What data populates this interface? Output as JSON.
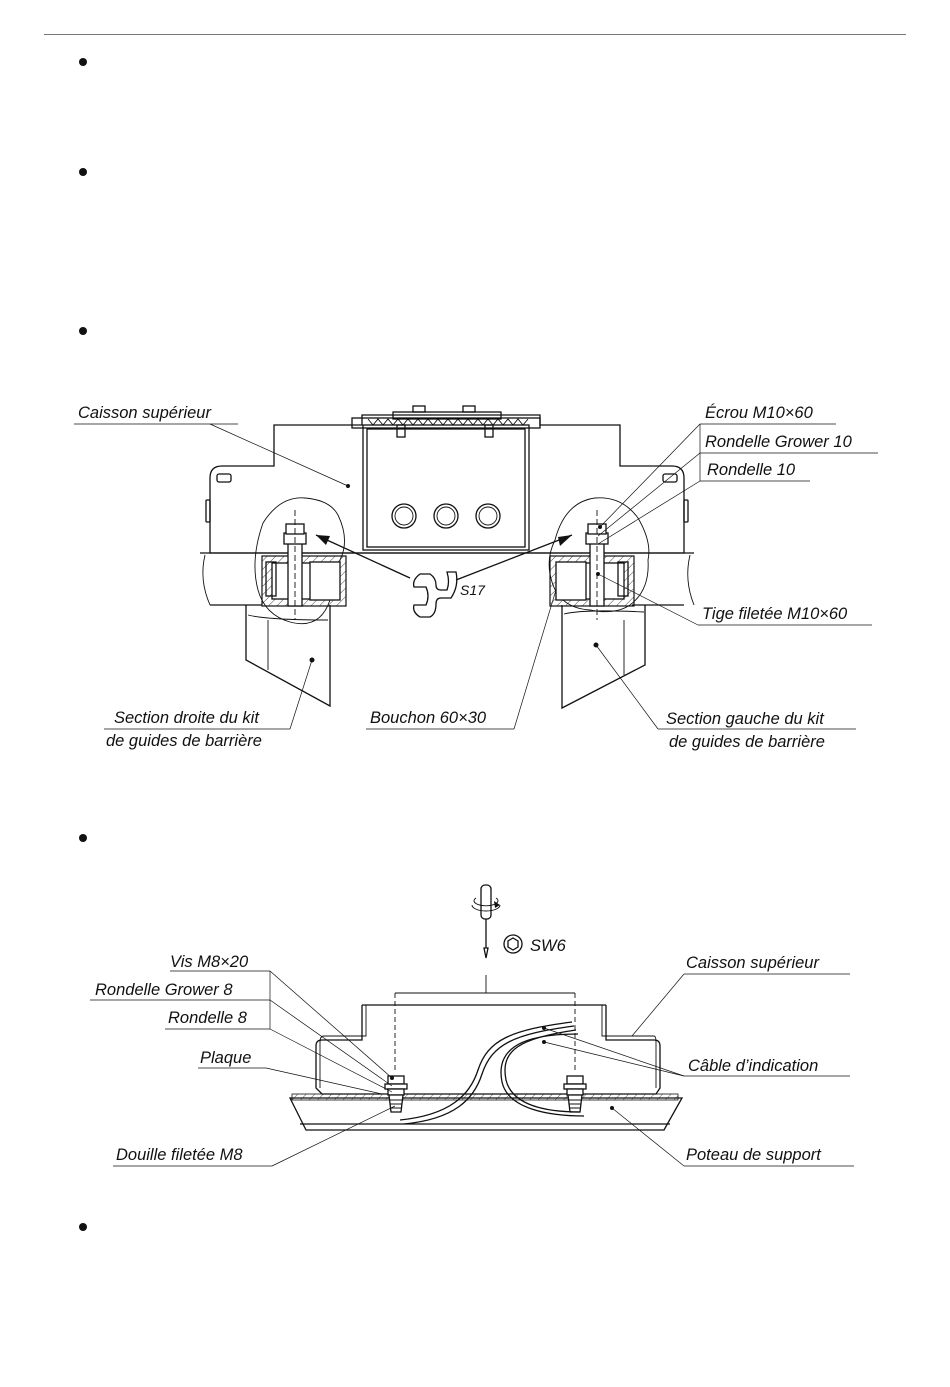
{
  "bullets": [
    {
      "id": 1,
      "text": ""
    },
    {
      "id": 2,
      "text": ""
    },
    {
      "id": 3,
      "text": ""
    },
    {
      "id": 4,
      "text": ""
    },
    {
      "id": 5,
      "text": ""
    }
  ],
  "figure1": {
    "labels": {
      "caisson": "Caisson supérieur",
      "ecrou": "Écrou M10×60",
      "grower": "Rondelle Grower 10",
      "rondelle": "Rondelle 10",
      "tige": "Tige filetée M10×60",
      "tool": "S17",
      "bouchon": "Bouchon 60×30",
      "section_droite_1": "Section droite du kit",
      "section_droite_2": "de guides de barrière",
      "section_gauche_1": "Section gauche du kit",
      "section_gauche_2": "de guides de barrière"
    }
  },
  "figure2": {
    "labels": {
      "tool": "SW6",
      "vis": "Vis M8×20",
      "grower": "Rondelle Grower 8",
      "rondelle": "Rondelle 8",
      "plaque": "Plaque",
      "douille": "Douille filetée M8",
      "caisson": "Caisson supérieur",
      "cable": "Câble d’indication",
      "poteau": "Poteau de support"
    }
  }
}
